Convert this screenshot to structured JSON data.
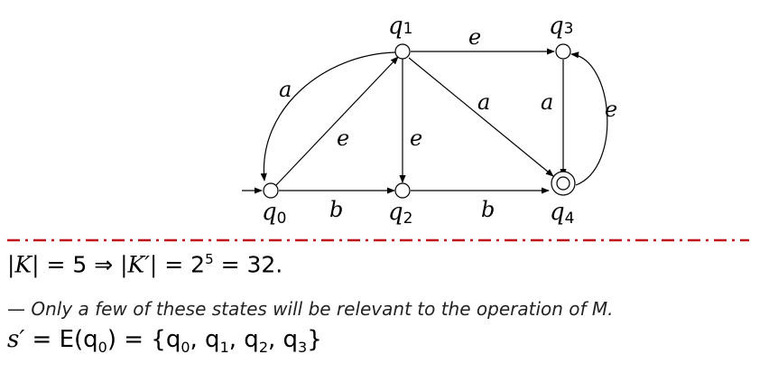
{
  "colors": {
    "divider": "#c0141c",
    "ink": "#000000"
  },
  "states": [
    {
      "id": "q0",
      "base": "q",
      "sub": "0",
      "start": true,
      "accept": false
    },
    {
      "id": "q1",
      "base": "q",
      "sub": "1",
      "start": false,
      "accept": false
    },
    {
      "id": "q2",
      "base": "q",
      "sub": "2",
      "start": false,
      "accept": false
    },
    {
      "id": "q3",
      "base": "q",
      "sub": "3",
      "start": false,
      "accept": false
    },
    {
      "id": "q4",
      "base": "q",
      "sub": "4",
      "start": false,
      "accept": true
    }
  ],
  "edges": [
    {
      "id": "q0-q1",
      "from": "q0",
      "to": "q1",
      "label": "e"
    },
    {
      "id": "q1-q0",
      "from": "q1",
      "to": "q0",
      "label": "a"
    },
    {
      "id": "q0-q2",
      "from": "q0",
      "to": "q2",
      "label": "b"
    },
    {
      "id": "q1-q2",
      "from": "q1",
      "to": "q2",
      "label": "e"
    },
    {
      "id": "q1-q3",
      "from": "q1",
      "to": "q3",
      "label": "e"
    },
    {
      "id": "q1-q4",
      "from": "q1",
      "to": "q4",
      "label": "a"
    },
    {
      "id": "q2-q4",
      "from": "q2",
      "to": "q4",
      "label": "b"
    },
    {
      "id": "q3-q4",
      "from": "q3",
      "to": "q4",
      "label": "a"
    },
    {
      "id": "q4-q3",
      "from": "q4",
      "to": "q3",
      "label": "e"
    }
  ],
  "text": {
    "line1": {
      "lhs": "|K|",
      "a": " = 5 ⇒ ",
      "mid": "|K′|",
      "b": " = 2",
      "exp": "5",
      "c": " = 32."
    },
    "line2": "— Only a few of these states will be relevant to the operation of M.",
    "line3": {
      "lhs": "s′",
      "eq": " = E(q",
      "sub0": "0",
      "rhs": ") = {q",
      "s0": "0",
      "c1": ", q",
      "s1": "1",
      "c2": ", q",
      "s2": "2",
      "c3": ", q",
      "s3": "3",
      "end": "}"
    }
  }
}
